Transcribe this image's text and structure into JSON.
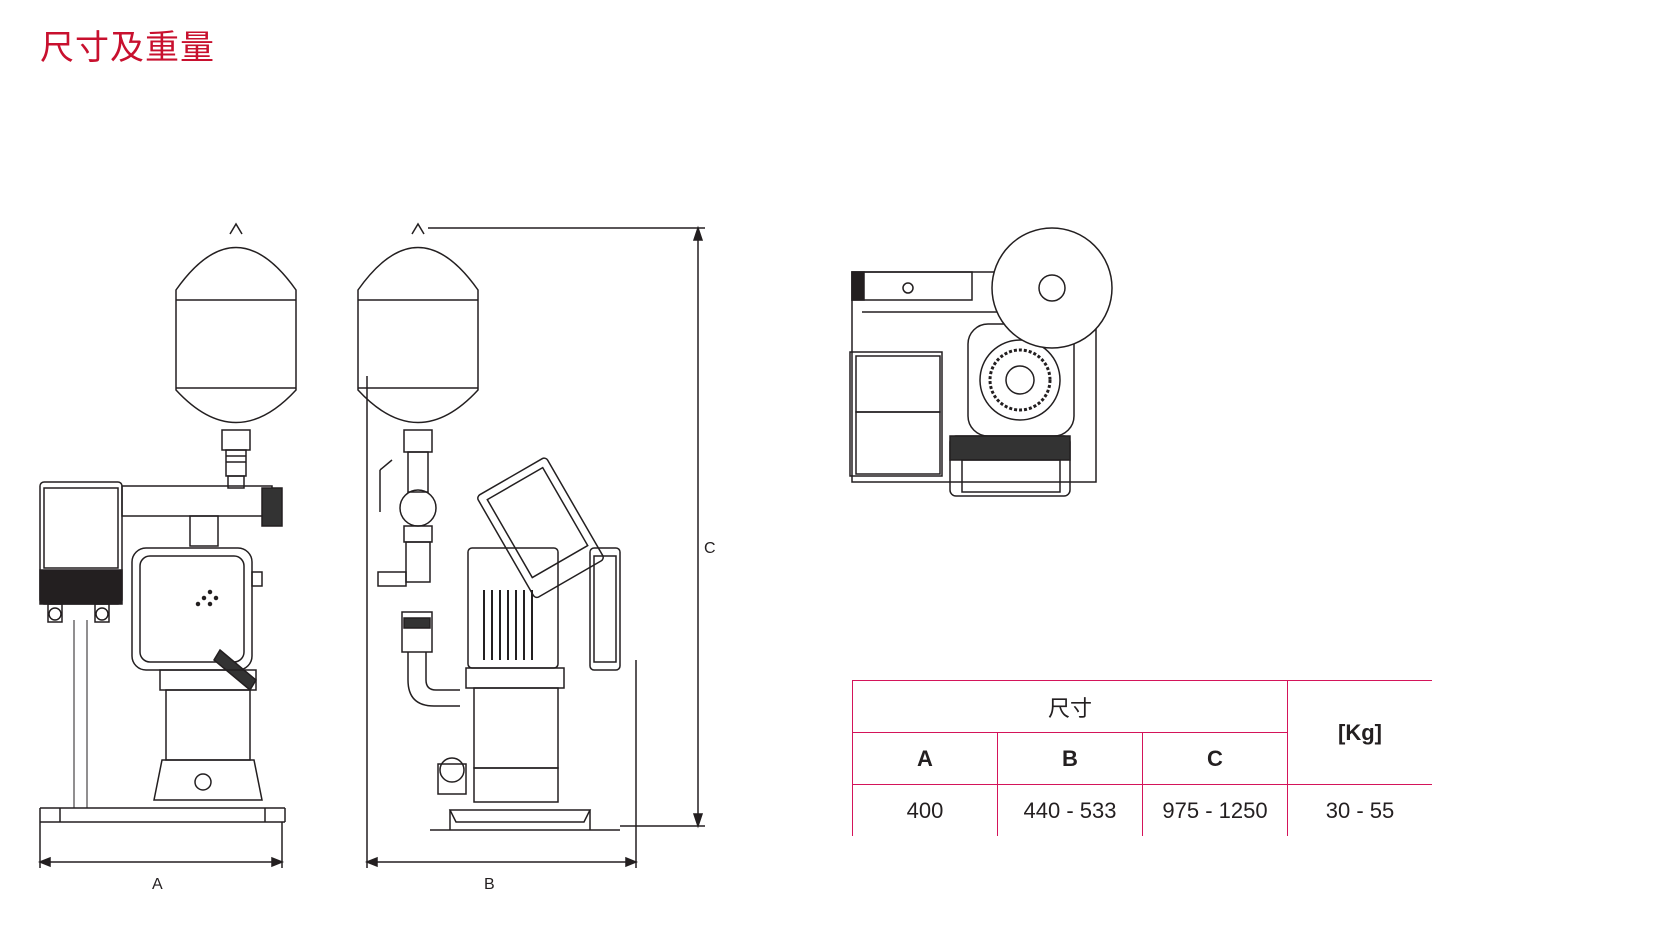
{
  "page": {
    "title": "尺寸及重量"
  },
  "drawing": {
    "labels": {
      "a": "A",
      "b": "B",
      "c": "C"
    }
  },
  "spec_table": {
    "group_header": "尺寸",
    "weight_header": "[Kg]",
    "columns": [
      "A",
      "B",
      "C"
    ],
    "row": {
      "a": "400",
      "b": "440 - 533",
      "c": "975 - 1250",
      "weight": "30 - 55"
    },
    "accent_color": "#d4145a"
  },
  "colors": {
    "title": "#c8102e",
    "line": "#231f20"
  }
}
